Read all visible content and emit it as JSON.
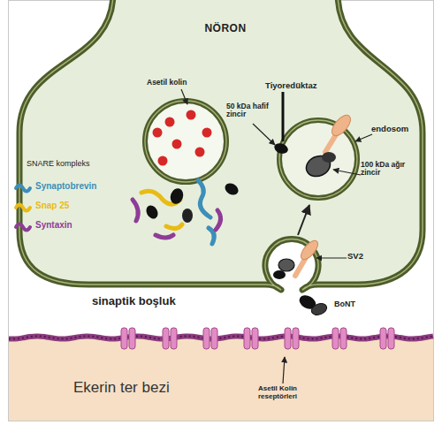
{
  "diagram": {
    "nodes": [
      {
        "text": [
          "NÖRON"
        ]
      },
      {
        "text": [
          "Ekerin ter bezi"
        ]
      }
    ],
    "labels": [
      "Asetil kolin",
      "Tiyoredüktaz",
      "50 kDa hafif zincir",
      "endosom",
      "100 kDa ağır zincir",
      "SNARE kompleks",
      "SV2",
      "sinaptik boşluk",
      "BoNT",
      "Asetil Kolin reseptörleri"
    ],
    "legend": [
      {
        "text": "Synaptobrevin",
        "color": "#3d8eb9"
      },
      {
        "text": "Snap 25",
        "color": "#e9bb14"
      },
      {
        "text": "Syntaxin",
        "color": "#8e3d96"
      }
    ]
  }
}
